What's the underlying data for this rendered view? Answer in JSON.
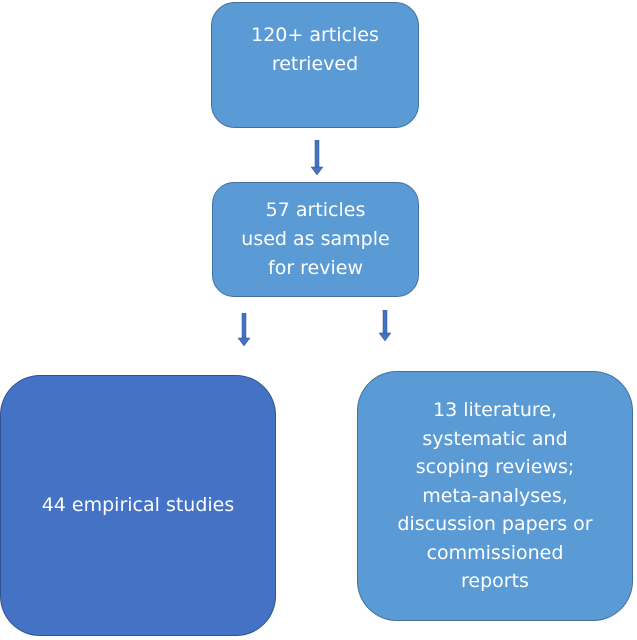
{
  "diagram": {
    "type": "flowchart",
    "nodes": [
      {
        "id": "retrieved",
        "label": "120+ articles\nretrieved"
      },
      {
        "id": "sample",
        "label": "57 articles\nused as sample\nfor review"
      },
      {
        "id": "empirical",
        "label": "44 empirical studies"
      },
      {
        "id": "reviews",
        "label": "13 literature,\nsystematic and\nscoping reviews;\nmeta-analyses,\ndiscussion papers or\ncommissioned\nreports"
      }
    ],
    "edges": [
      {
        "from": "retrieved",
        "to": "sample"
      },
      {
        "from": "sample",
        "to": "empirical"
      },
      {
        "from": "sample",
        "to": "reviews"
      }
    ]
  },
  "colors": {
    "light_box": "#5b9bd5",
    "dark_box": "#4472c4",
    "arrow": "#4472c4",
    "text": "#ffffff"
  }
}
